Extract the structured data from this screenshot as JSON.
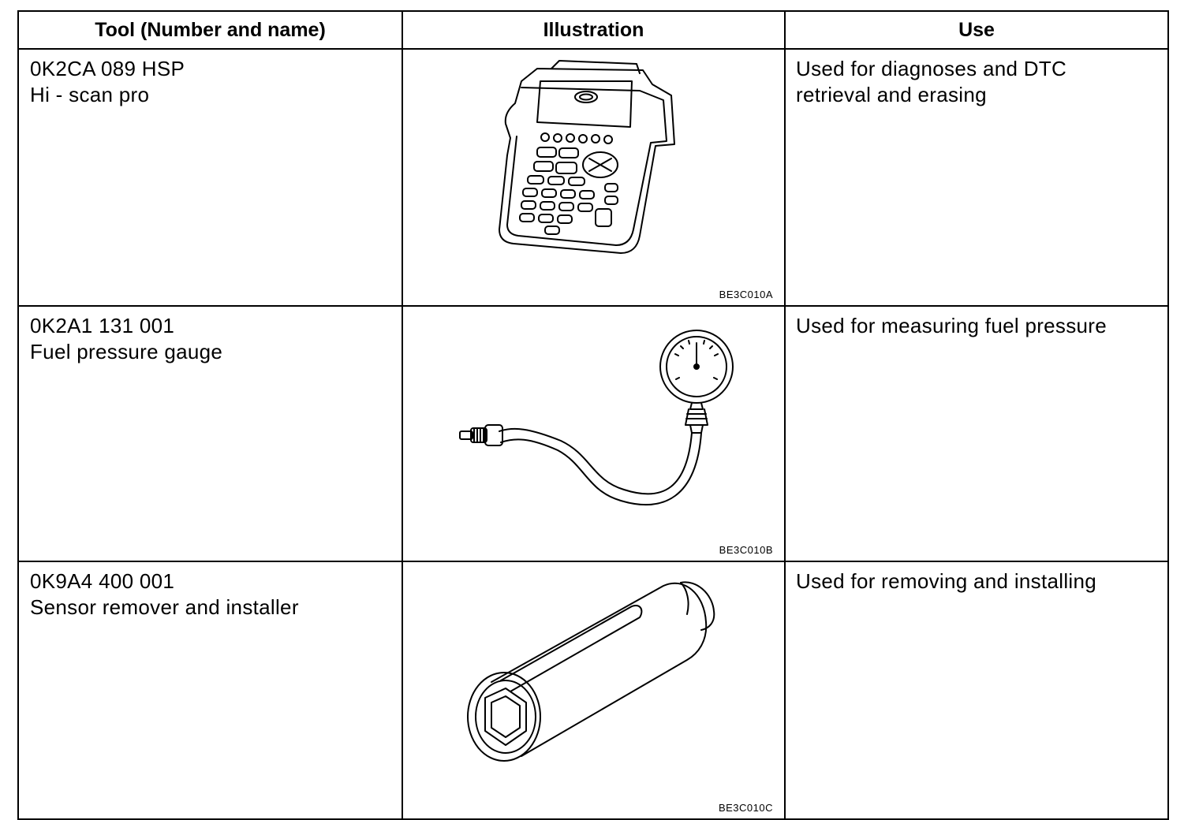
{
  "table": {
    "headers": {
      "tool": "Tool (Number and name)",
      "illustration": "Illustration",
      "use": "Use"
    },
    "rows": [
      {
        "number": "0K2CA 089 HSP",
        "name": "Hi - scan pro",
        "use_line1": "Used for diagnoses and DTC",
        "use_line2": "retrieval and erasing",
        "figure_code": "BE3C010A",
        "illustration_icon": "scan-tool-icon"
      },
      {
        "number": "0K2A1 131 001",
        "name": "Fuel pressure gauge",
        "use_line1": "Used for measuring fuel pressure",
        "use_line2": "",
        "figure_code": "BE3C010B",
        "illustration_icon": "pressure-gauge-icon"
      },
      {
        "number": "0K9A4 400 001",
        "name": "Sensor remover and installer",
        "use_line1": "Used for removing and installing",
        "use_line2": "",
        "figure_code": "BE3C010C",
        "illustration_icon": "sensor-socket-icon"
      }
    ]
  }
}
